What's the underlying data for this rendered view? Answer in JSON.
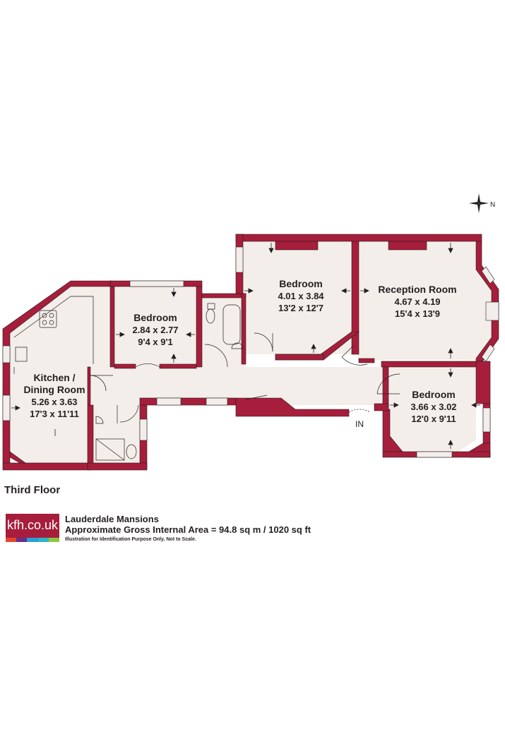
{
  "plan": {
    "rooms": [
      {
        "id": "bedroom-2",
        "name": "Bedroom",
        "metric": "2.84 x 2.77",
        "imperial": "9'4 x 9'1"
      },
      {
        "id": "bedroom-1",
        "name": "Bedroom",
        "metric": "4.01 x 3.84",
        "imperial": "13'2 x 12'7"
      },
      {
        "id": "reception",
        "name": "Reception Room",
        "metric": "4.67 x 4.19",
        "imperial": "15'4 x 13'9"
      },
      {
        "id": "kitchen",
        "name": "Kitchen /",
        "name2": "Dining Room",
        "metric": "5.26 x 3.63",
        "imperial": "17'3 x 11'11"
      },
      {
        "id": "bedroom-3",
        "name": "Bedroom",
        "metric": "3.66 x 3.02",
        "imperial": "12'0 x 9'11"
      }
    ],
    "entrance": "IN",
    "floor": "Third Floor",
    "compass": "N"
  },
  "colors": {
    "wall": "#a61e3b",
    "floor": "#f4eeea",
    "line": "#231f20"
  },
  "brand": {
    "logo": "kfh.co.uk",
    "stripes": [
      "#e5462b",
      "#6a2c8e",
      "#2a9fd6",
      "#29b6c6",
      "#8cc63f"
    ]
  },
  "info": {
    "property": "Lauderdale Mansions",
    "area": "Approximate Gross Internal Area = 94.8 sq m / 1020 sq ft",
    "disclaimer": "Illustration for Identification Purpose Only. Not to Scale."
  }
}
